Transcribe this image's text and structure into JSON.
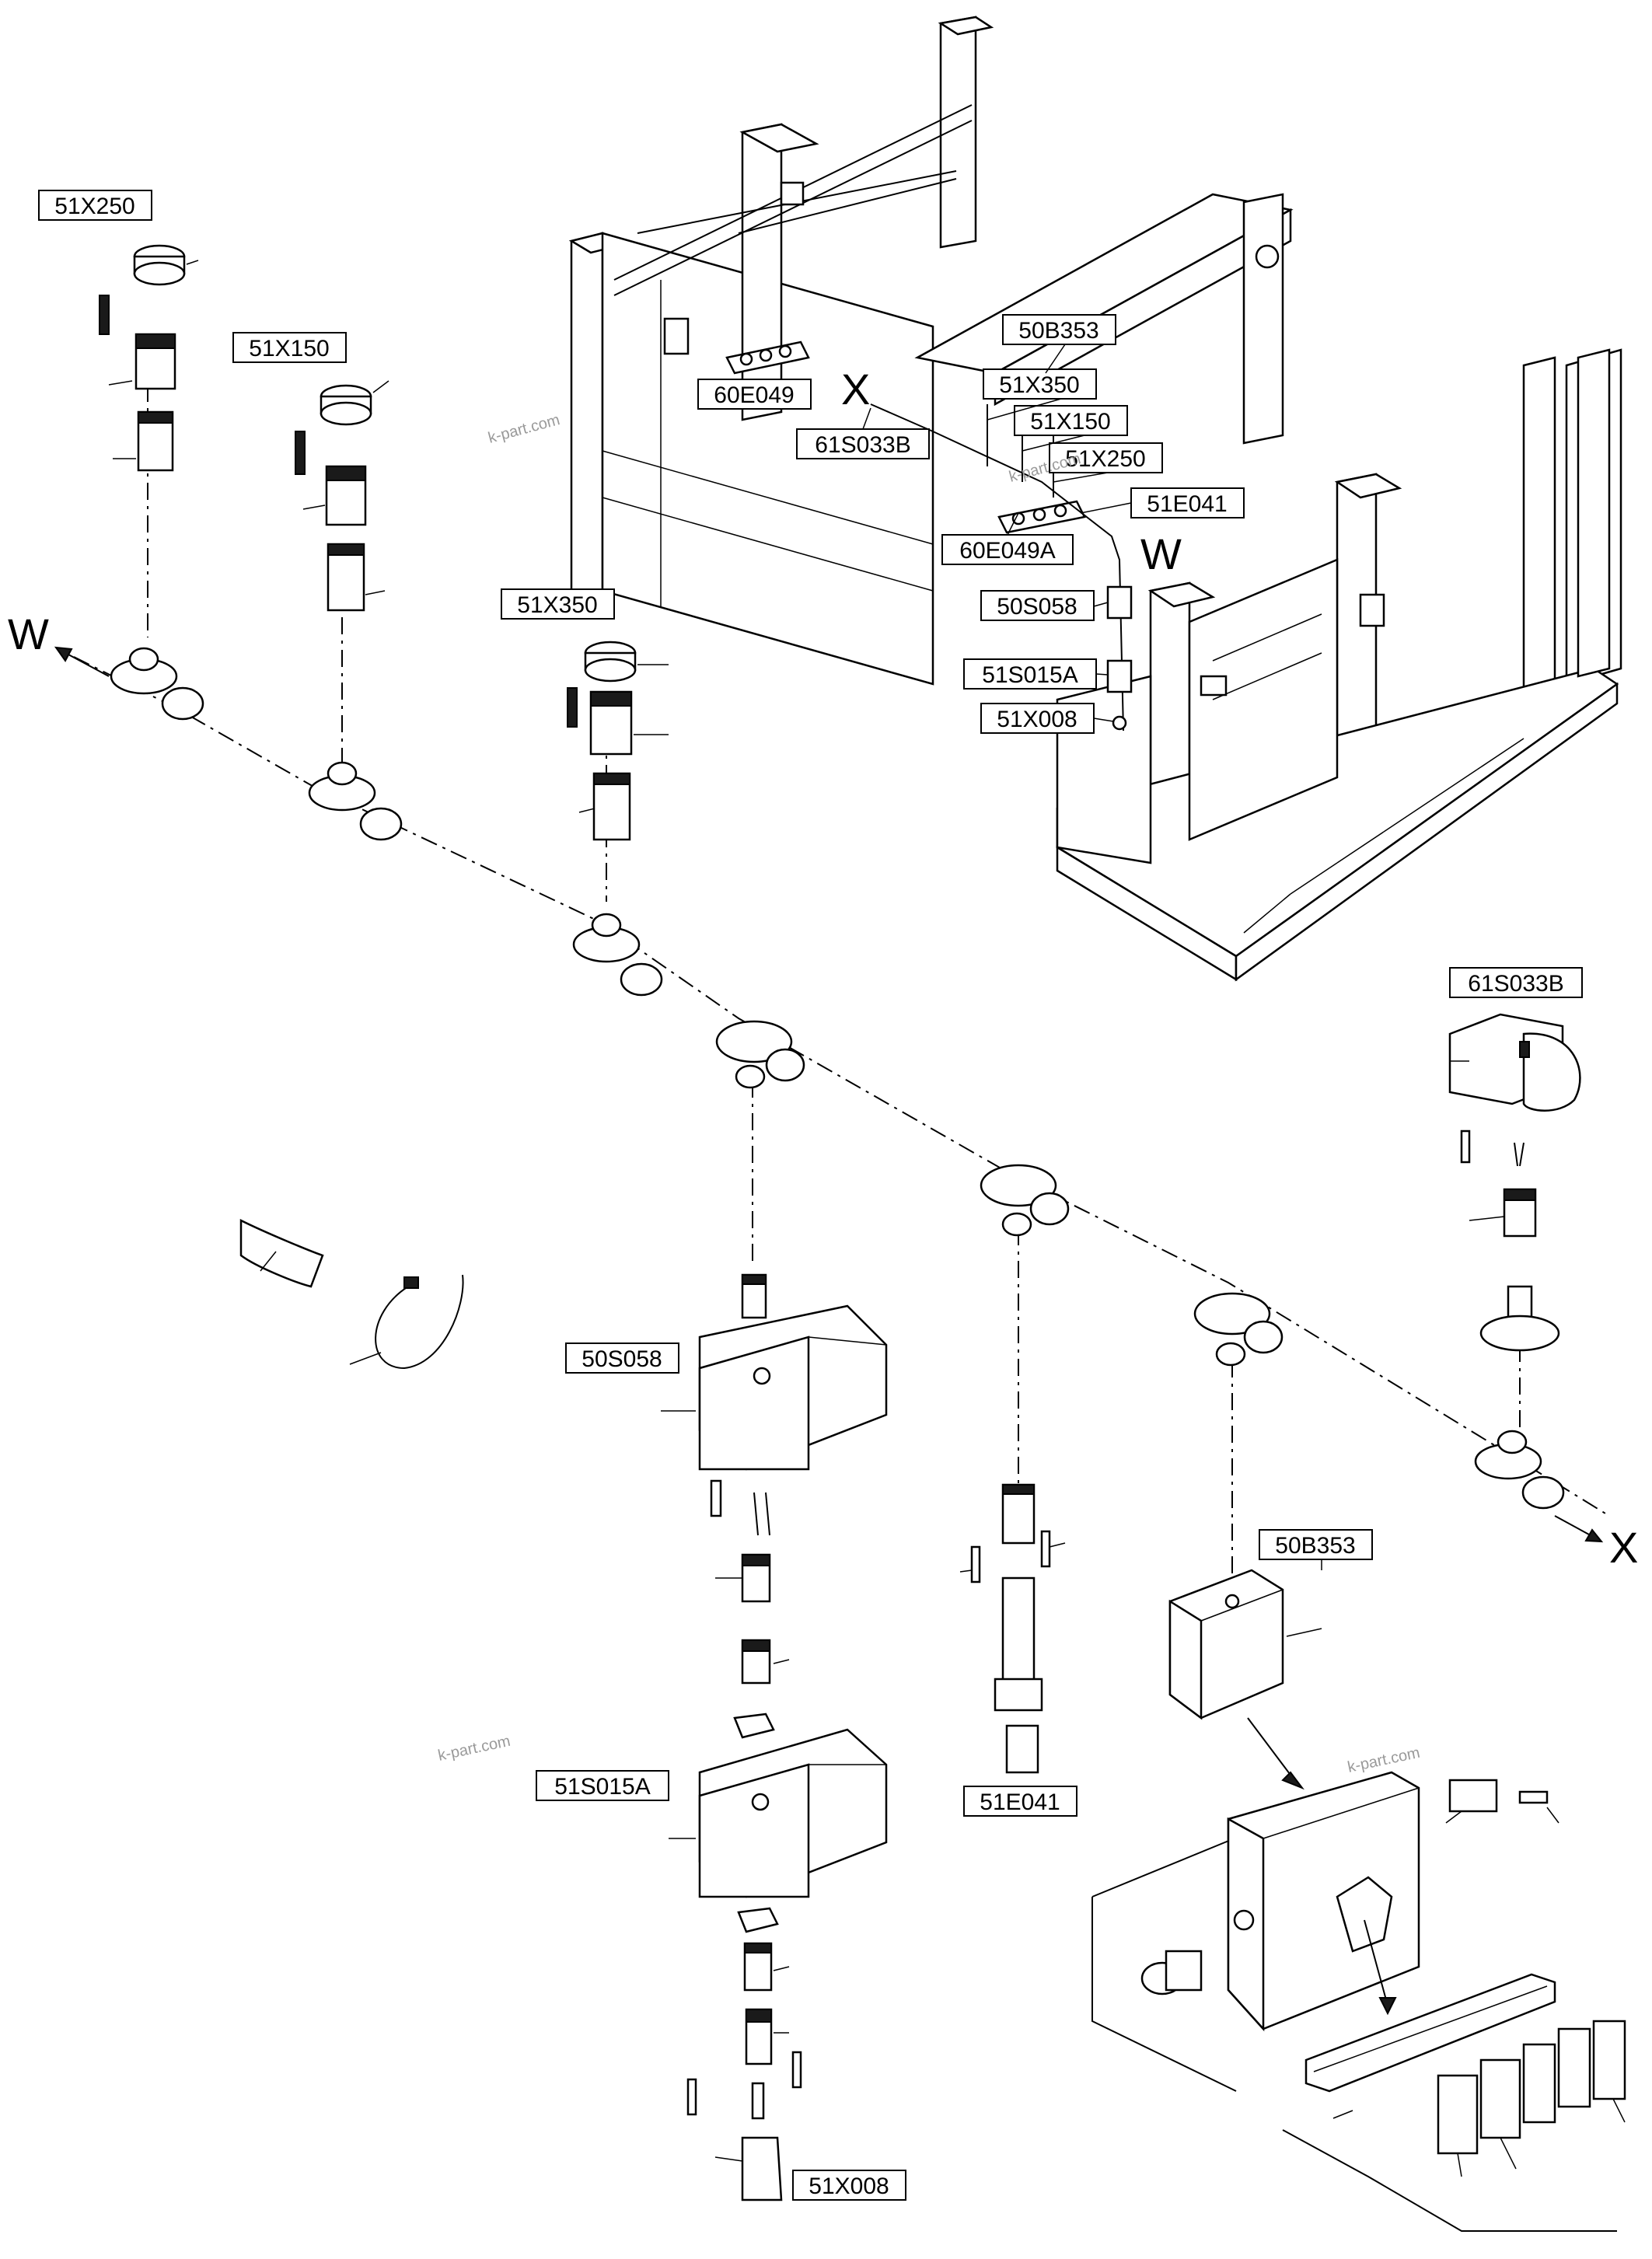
{
  "callouts": {
    "c51x250_left": "51X250",
    "c51x150_left": "51X150",
    "c51x350_left": "51X350",
    "c60e049": "60E049",
    "c61s033b_top": "61S033B",
    "c50b353_top": "50B353",
    "c51x350_top": "51X350",
    "c51x150_top": "51X150",
    "c51x250_top": "51X250",
    "c51e041_top": "51E041",
    "c60e049a": "60E049A",
    "c50s058_top": "50S058",
    "c51s015a_top": "51S015A",
    "c51x008_top": "51X008",
    "c61s033b_right": "61S033B",
    "c50s058_mid": "50S058",
    "c51s015a_mid": "51S015A",
    "c51e041_mid": "51E041",
    "c50b353_mid": "50B353",
    "c51x008_bottom": "51X008"
  },
  "markers": {
    "w_left": "W",
    "x_top": "X",
    "w_top": "W",
    "x_right": "X"
  },
  "watermarks": [
    "k-part.com",
    "k-part.com",
    "k-part.com",
    "k-part.com"
  ]
}
